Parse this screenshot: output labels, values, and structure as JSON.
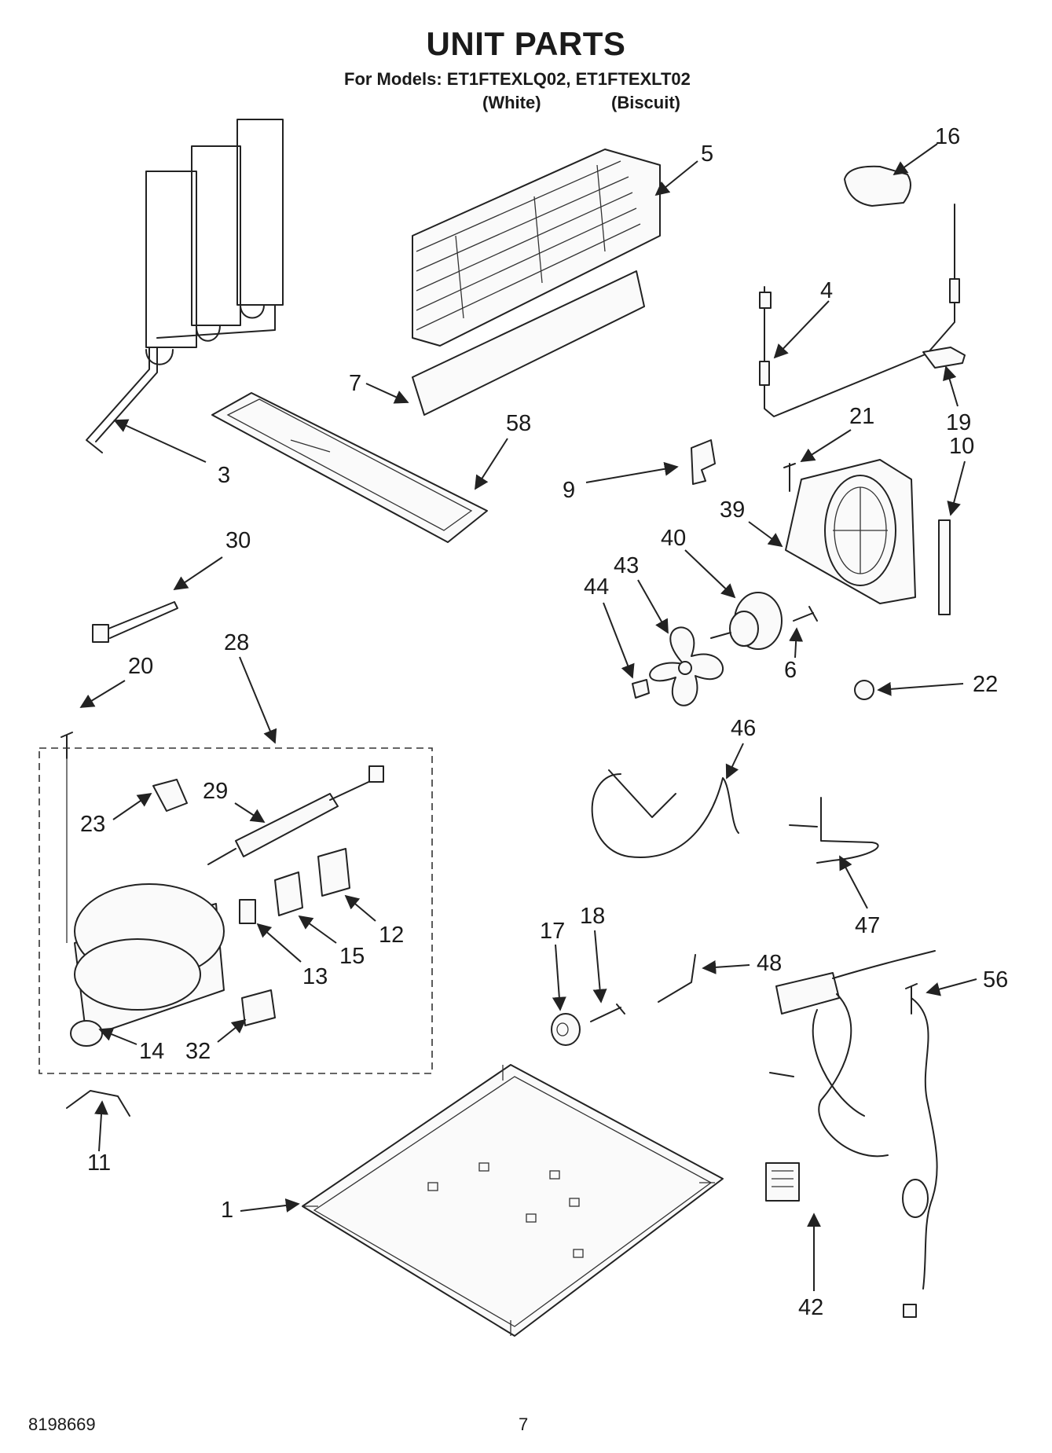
{
  "header": {
    "title": "UNIT PARTS",
    "models_line": "For Models: ET1FTEXLQ02, ET1FTEXLT02",
    "variant_white": "(White)",
    "variant_biscuit": "(Biscuit)"
  },
  "footer": {
    "doc_code": "8198669",
    "page_number": "7"
  },
  "callouts": {
    "p1": "1",
    "p3": "3",
    "p4": "4",
    "p5": "5",
    "p6": "6",
    "p7": "7",
    "p9": "9",
    "p10": "10",
    "p11": "11",
    "p12": "12",
    "p13": "13",
    "p14": "14",
    "p15": "15",
    "p16": "16",
    "p17": "17",
    "p18": "18",
    "p19": "19",
    "p20": "20",
    "p21": "21",
    "p22": "22",
    "p23": "23",
    "p28": "28",
    "p29": "29",
    "p30": "30",
    "p32": "32",
    "p39": "39",
    "p40": "40",
    "p42": "42",
    "p43": "43",
    "p44": "44",
    "p46": "46",
    "p47": "47",
    "p48": "48",
    "p56": "56",
    "p58": "58"
  }
}
